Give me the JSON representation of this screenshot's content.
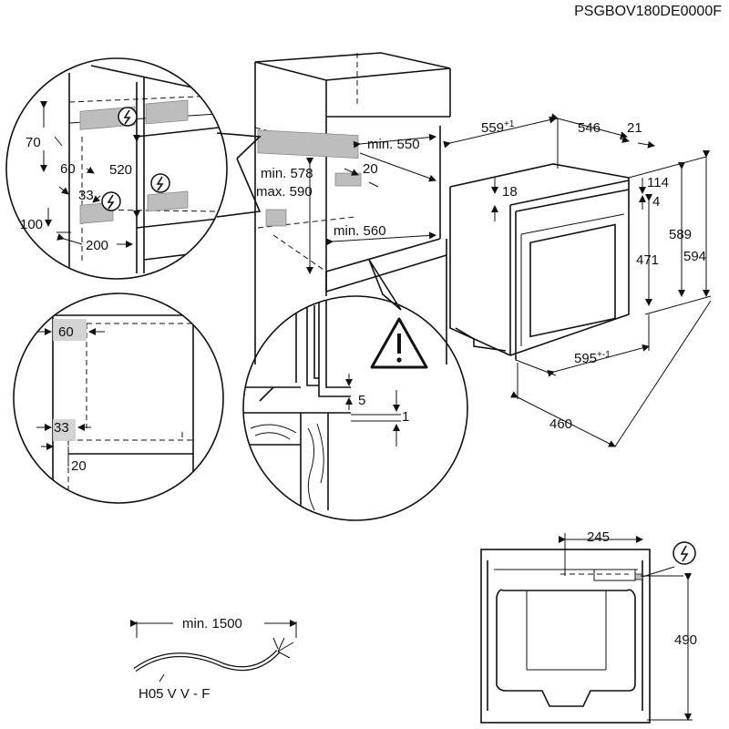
{
  "document_code": "PSGBOV180DE0000F",
  "labels": {
    "d70": "70",
    "d60a": "60",
    "d520": "520",
    "d33a": "33",
    "d100": "100",
    "d200": "200",
    "d60b": "60",
    "d33b": "33",
    "d20b": "20",
    "min578": "min. 578",
    "max590": "max. 590",
    "min550": "min. 550",
    "d20a": "20",
    "min560": "min. 560",
    "d5": "5",
    "d1": "1",
    "d559": "559",
    "d559_sup": "+1",
    "d546": "546",
    "d21": "21",
    "d114": "114",
    "d4": "4",
    "d18": "18",
    "d471": "471",
    "d589": "589",
    "d594": "594",
    "d595": "595",
    "d595_sup": "+-1",
    "d460": "460",
    "d245": "245",
    "d490": "490",
    "min1500": "min. 1500",
    "cable": "H05 V V - F"
  },
  "icons": [
    "electrical-connection-icon",
    "warning-triangle-icon"
  ]
}
